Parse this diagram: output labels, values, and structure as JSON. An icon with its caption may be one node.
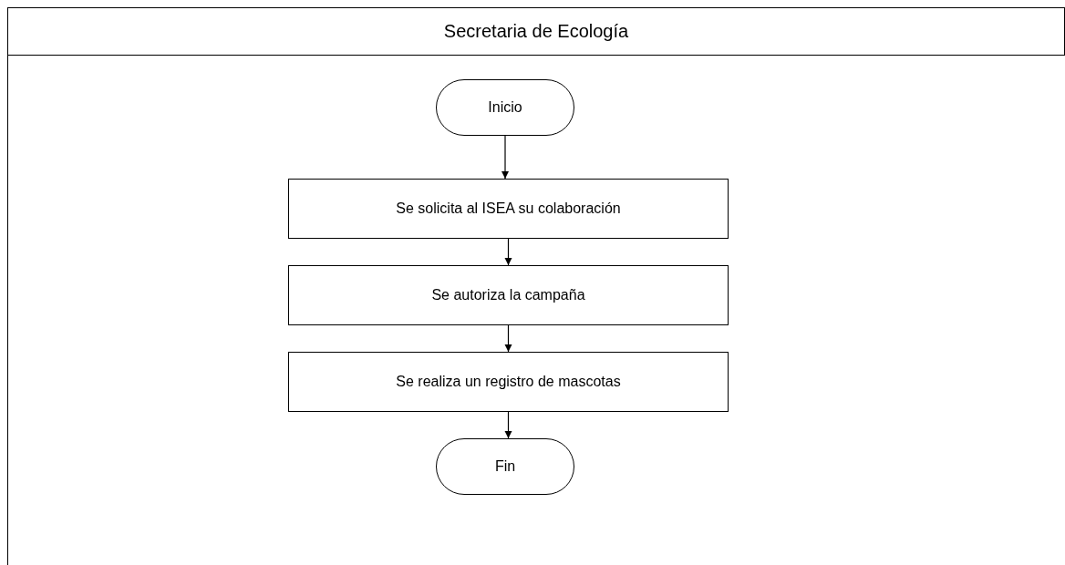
{
  "diagram": {
    "nodes": [
      {
        "text": [
          "Secretaria de Ecología"
        ]
      },
      {
        "text": [
          "Inicio"
        ],
        "in": 0
      },
      {
        "text": [
          "Se solicita al ISEA su colaboración"
        ],
        "in": 0
      },
      {
        "text": [
          "Se autoriza la campaña"
        ],
        "in": 0
      },
      {
        "text": [
          "Se realiza un registro de mascotas"
        ],
        "in": 0
      },
      {
        "text": [
          "Fin"
        ],
        "in": 0
      }
    ],
    "edges": [
      {
        "from": 1,
        "to": 2,
        "arrow": "to"
      },
      {
        "from": 2,
        "to": 3,
        "arrow": "to"
      },
      {
        "from": 3,
        "to": 4,
        "arrow": "to"
      },
      {
        "from": 4,
        "to": 5,
        "arrow": "to"
      }
    ]
  }
}
